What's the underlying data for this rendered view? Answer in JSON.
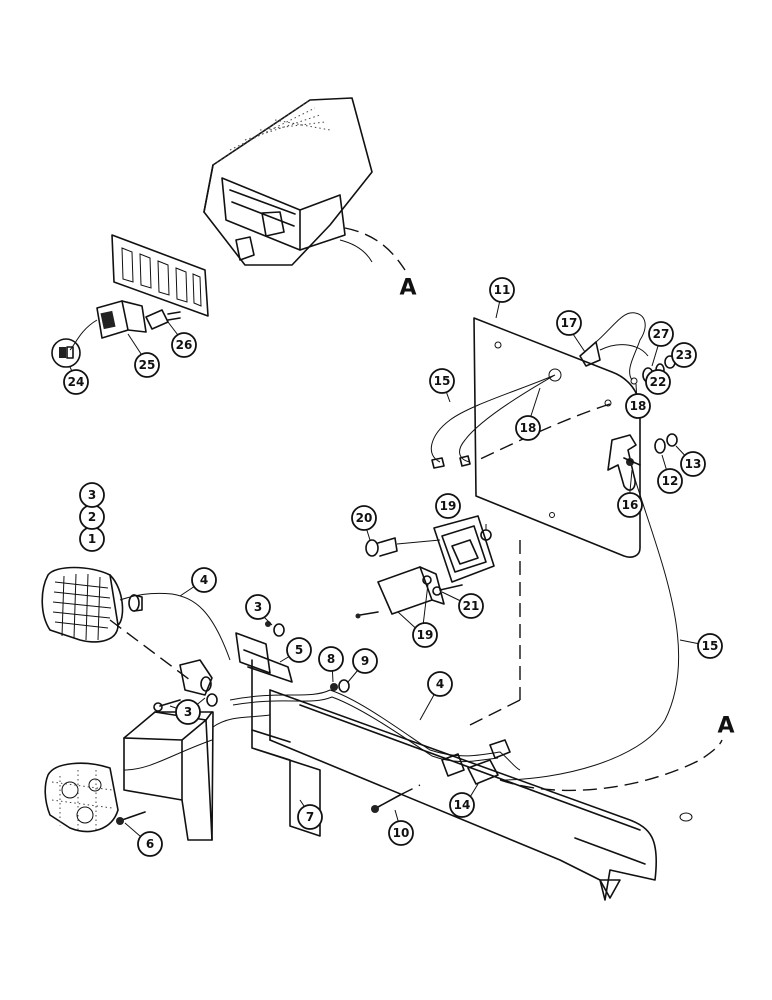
{
  "diagram": {
    "callouts": {
      "c1": "1",
      "c2": "2",
      "c3": "3",
      "c3b": "3",
      "c3c": "3",
      "c4": "4",
      "c4b": "4",
      "c5": "5",
      "c6": "6",
      "c7": "7",
      "c8": "8",
      "c9": "9",
      "c10": "10",
      "c11": "11",
      "c12": "12",
      "c13": "13",
      "c14": "14",
      "c15": "15",
      "c15b": "15",
      "c16": "16",
      "c17": "17",
      "c18": "18",
      "c18b": "18",
      "c19": "19",
      "c19b": "19",
      "c20": "20",
      "c21": "21",
      "c22": "22",
      "c23": "23",
      "c24": "24",
      "c25": "25",
      "c26": "26",
      "c27": "27"
    },
    "references": {
      "a_top": "A",
      "a_right": "A"
    }
  }
}
